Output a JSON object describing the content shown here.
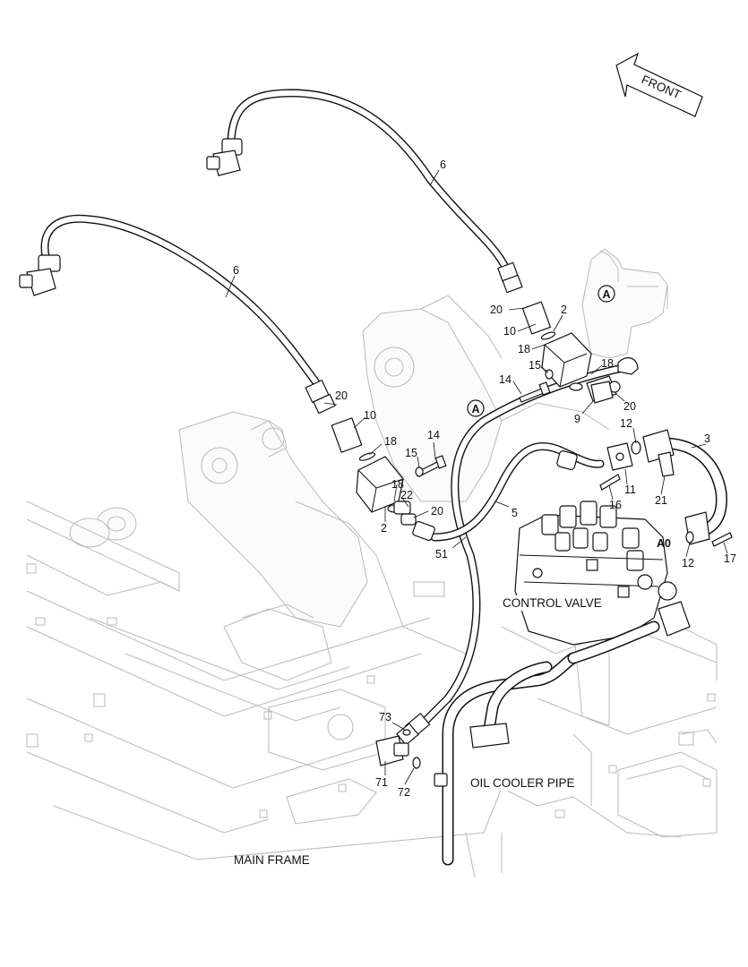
{
  "direction_tag": {
    "text": "FRONT"
  },
  "callouts": [
    {
      "id": "c6a",
      "text": "6"
    },
    {
      "id": "c6b",
      "text": "6"
    },
    {
      "id": "c2a",
      "text": "2"
    },
    {
      "id": "c20a",
      "text": "20"
    },
    {
      "id": "c10a",
      "text": "10"
    },
    {
      "id": "c18a",
      "text": "18"
    },
    {
      "id": "c15a",
      "text": "15"
    },
    {
      "id": "c14a",
      "text": "14"
    },
    {
      "id": "c18b",
      "text": "18"
    },
    {
      "id": "c20b",
      "text": "20"
    },
    {
      "id": "c9",
      "text": "9"
    },
    {
      "id": "c12a",
      "text": "12"
    },
    {
      "id": "c3",
      "text": "3"
    },
    {
      "id": "c20c",
      "text": "20"
    },
    {
      "id": "c10b",
      "text": "10"
    },
    {
      "id": "c18c",
      "text": "18"
    },
    {
      "id": "c14b",
      "text": "14"
    },
    {
      "id": "c15b",
      "text": "15"
    },
    {
      "id": "c18d",
      "text": "18"
    },
    {
      "id": "c22",
      "text": "22"
    },
    {
      "id": "c20d",
      "text": "20"
    },
    {
      "id": "c2b",
      "text": "2"
    },
    {
      "id": "c11",
      "text": "11"
    },
    {
      "id": "c16",
      "text": "16"
    },
    {
      "id": "c21",
      "text": "21"
    },
    {
      "id": "c5",
      "text": "5"
    },
    {
      "id": "c51",
      "text": "51"
    },
    {
      "id": "c12b",
      "text": "12"
    },
    {
      "id": "c17",
      "text": "17"
    },
    {
      "id": "c73",
      "text": "73"
    },
    {
      "id": "c71",
      "text": "71"
    },
    {
      "id": "c72",
      "text": "72"
    }
  ],
  "ref_markers": [
    {
      "id": "refA1",
      "text": "A"
    },
    {
      "id": "refA2",
      "text": "A"
    },
    {
      "id": "refA0",
      "text": "A0"
    }
  ],
  "component_labels": {
    "control_valve": "CONTROL VALVE",
    "oil_cooler_pipe": "OIL COOLER PIPE",
    "main_frame": "MAIN FRAME"
  },
  "colors": {
    "line": "#111111",
    "frame": "#b9b9b9",
    "background": "#ffffff"
  }
}
